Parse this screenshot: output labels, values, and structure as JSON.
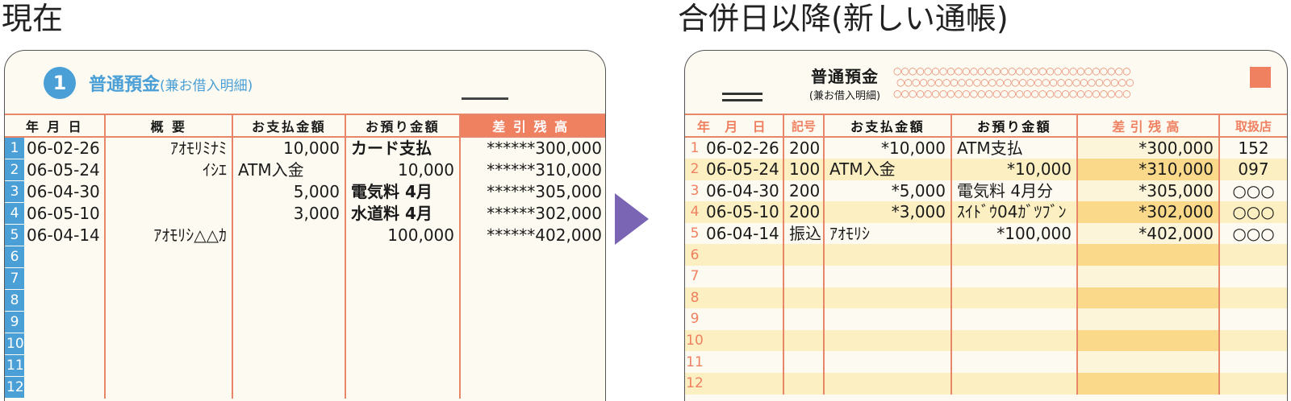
{
  "headings": {
    "left": "現在",
    "right": "合併日以降(新しい通帳)"
  },
  "old_book": {
    "badge": "1",
    "title": "普通預金",
    "subtitle": "(兼お借入明細)",
    "columns": [
      "年 月 日",
      "概 要",
      "お支払金額",
      "お預り金額",
      "差引残高"
    ],
    "rows": [
      {
        "no": "1",
        "date": "06-02-26",
        "memo": "ｱｵﾓﾘﾐﾅﾐ",
        "pay": "10,000",
        "dep": "カード支払",
        "bal": "******300,000"
      },
      {
        "no": "2",
        "date": "06-05-24",
        "memo": "ｲｼｴ",
        "pay": "ATM入金",
        "dep": "10,000",
        "bal": "******310,000"
      },
      {
        "no": "3",
        "date": "06-04-30",
        "memo": "",
        "pay": "5,000",
        "dep": "電気料 4月",
        "bal": "******305,000"
      },
      {
        "no": "4",
        "date": "06-05-10",
        "memo": "",
        "pay": "3,000",
        "dep": "水道料 4月",
        "bal": "******302,000"
      },
      {
        "no": "5",
        "date": "06-04-14",
        "memo": "ｱｵﾓﾘｼ△△ｶ",
        "pay": "",
        "dep": "100,000",
        "bal": "******402,000"
      },
      {
        "no": "6",
        "date": "",
        "memo": "",
        "pay": "",
        "dep": "",
        "bal": ""
      },
      {
        "no": "7",
        "date": "",
        "memo": "",
        "pay": "",
        "dep": "",
        "bal": ""
      },
      {
        "no": "8",
        "date": "",
        "memo": "",
        "pay": "",
        "dep": "",
        "bal": ""
      },
      {
        "no": "9",
        "date": "",
        "memo": "",
        "pay": "",
        "dep": "",
        "bal": ""
      },
      {
        "no": "10",
        "date": "",
        "memo": "",
        "pay": "",
        "dep": "",
        "bal": ""
      },
      {
        "no": "11",
        "date": "",
        "memo": "",
        "pay": "",
        "dep": "",
        "bal": ""
      },
      {
        "no": "12",
        "date": "",
        "memo": "",
        "pay": "",
        "dep": "",
        "bal": ""
      }
    ]
  },
  "new_book": {
    "title": "普通預金",
    "subtitle": "(兼お借入明細)",
    "circles": "○○○○○○○○○○○○○○○○○○○○○○○○○○○○○○○",
    "columns": [
      "年 月 日",
      "記号",
      "お支払金額",
      "お預り金額",
      "差引残高",
      "取扱店"
    ],
    "rows": [
      {
        "no": "1",
        "date": "06-02-26",
        "code": "200",
        "pay": "*10,000",
        "dep": "ATM支払",
        "bal": "*300,000",
        "branch": "152"
      },
      {
        "no": "2",
        "date": "06-05-24",
        "code": "100",
        "pay": "ATM入金",
        "dep": "*10,000",
        "bal": "*310,000",
        "branch": "097"
      },
      {
        "no": "3",
        "date": "06-04-30",
        "code": "200",
        "pay": "*5,000",
        "dep": "電気料 4月分",
        "bal": "*305,000",
        "branch": "○○○"
      },
      {
        "no": "4",
        "date": "06-05-10",
        "code": "200",
        "pay": "*3,000",
        "dep": "ｽｲﾄﾞｳ04ｶﾞﾂﾌﾞﾝ",
        "bal": "*302,000",
        "branch": "○○○"
      },
      {
        "no": "5",
        "date": "06-04-14",
        "code": "振込",
        "pay": "ｱｵﾓﾘｼ",
        "dep": "*100,000",
        "bal": "*402,000",
        "branch": "○○○"
      },
      {
        "no": "6",
        "date": "",
        "code": "",
        "pay": "",
        "dep": "",
        "bal": "",
        "branch": ""
      },
      {
        "no": "7",
        "date": "",
        "code": "",
        "pay": "",
        "dep": "",
        "bal": "",
        "branch": ""
      },
      {
        "no": "8",
        "date": "",
        "code": "",
        "pay": "",
        "dep": "",
        "bal": "",
        "branch": ""
      },
      {
        "no": "9",
        "date": "",
        "code": "",
        "pay": "",
        "dep": "",
        "bal": "",
        "branch": ""
      },
      {
        "no": "10",
        "date": "",
        "code": "",
        "pay": "",
        "dep": "",
        "bal": "",
        "branch": ""
      },
      {
        "no": "11",
        "date": "",
        "code": "",
        "pay": "",
        "dep": "",
        "bal": "",
        "branch": ""
      },
      {
        "no": "12",
        "date": "",
        "code": "",
        "pay": "",
        "dep": "",
        "bal": "",
        "branch": ""
      }
    ]
  },
  "colors": {
    "accent_orange": "#ef8060",
    "accent_blue": "#4a9fd6",
    "arrow_purple": "#7a64b4",
    "band_yellow": "#fcefc2"
  }
}
